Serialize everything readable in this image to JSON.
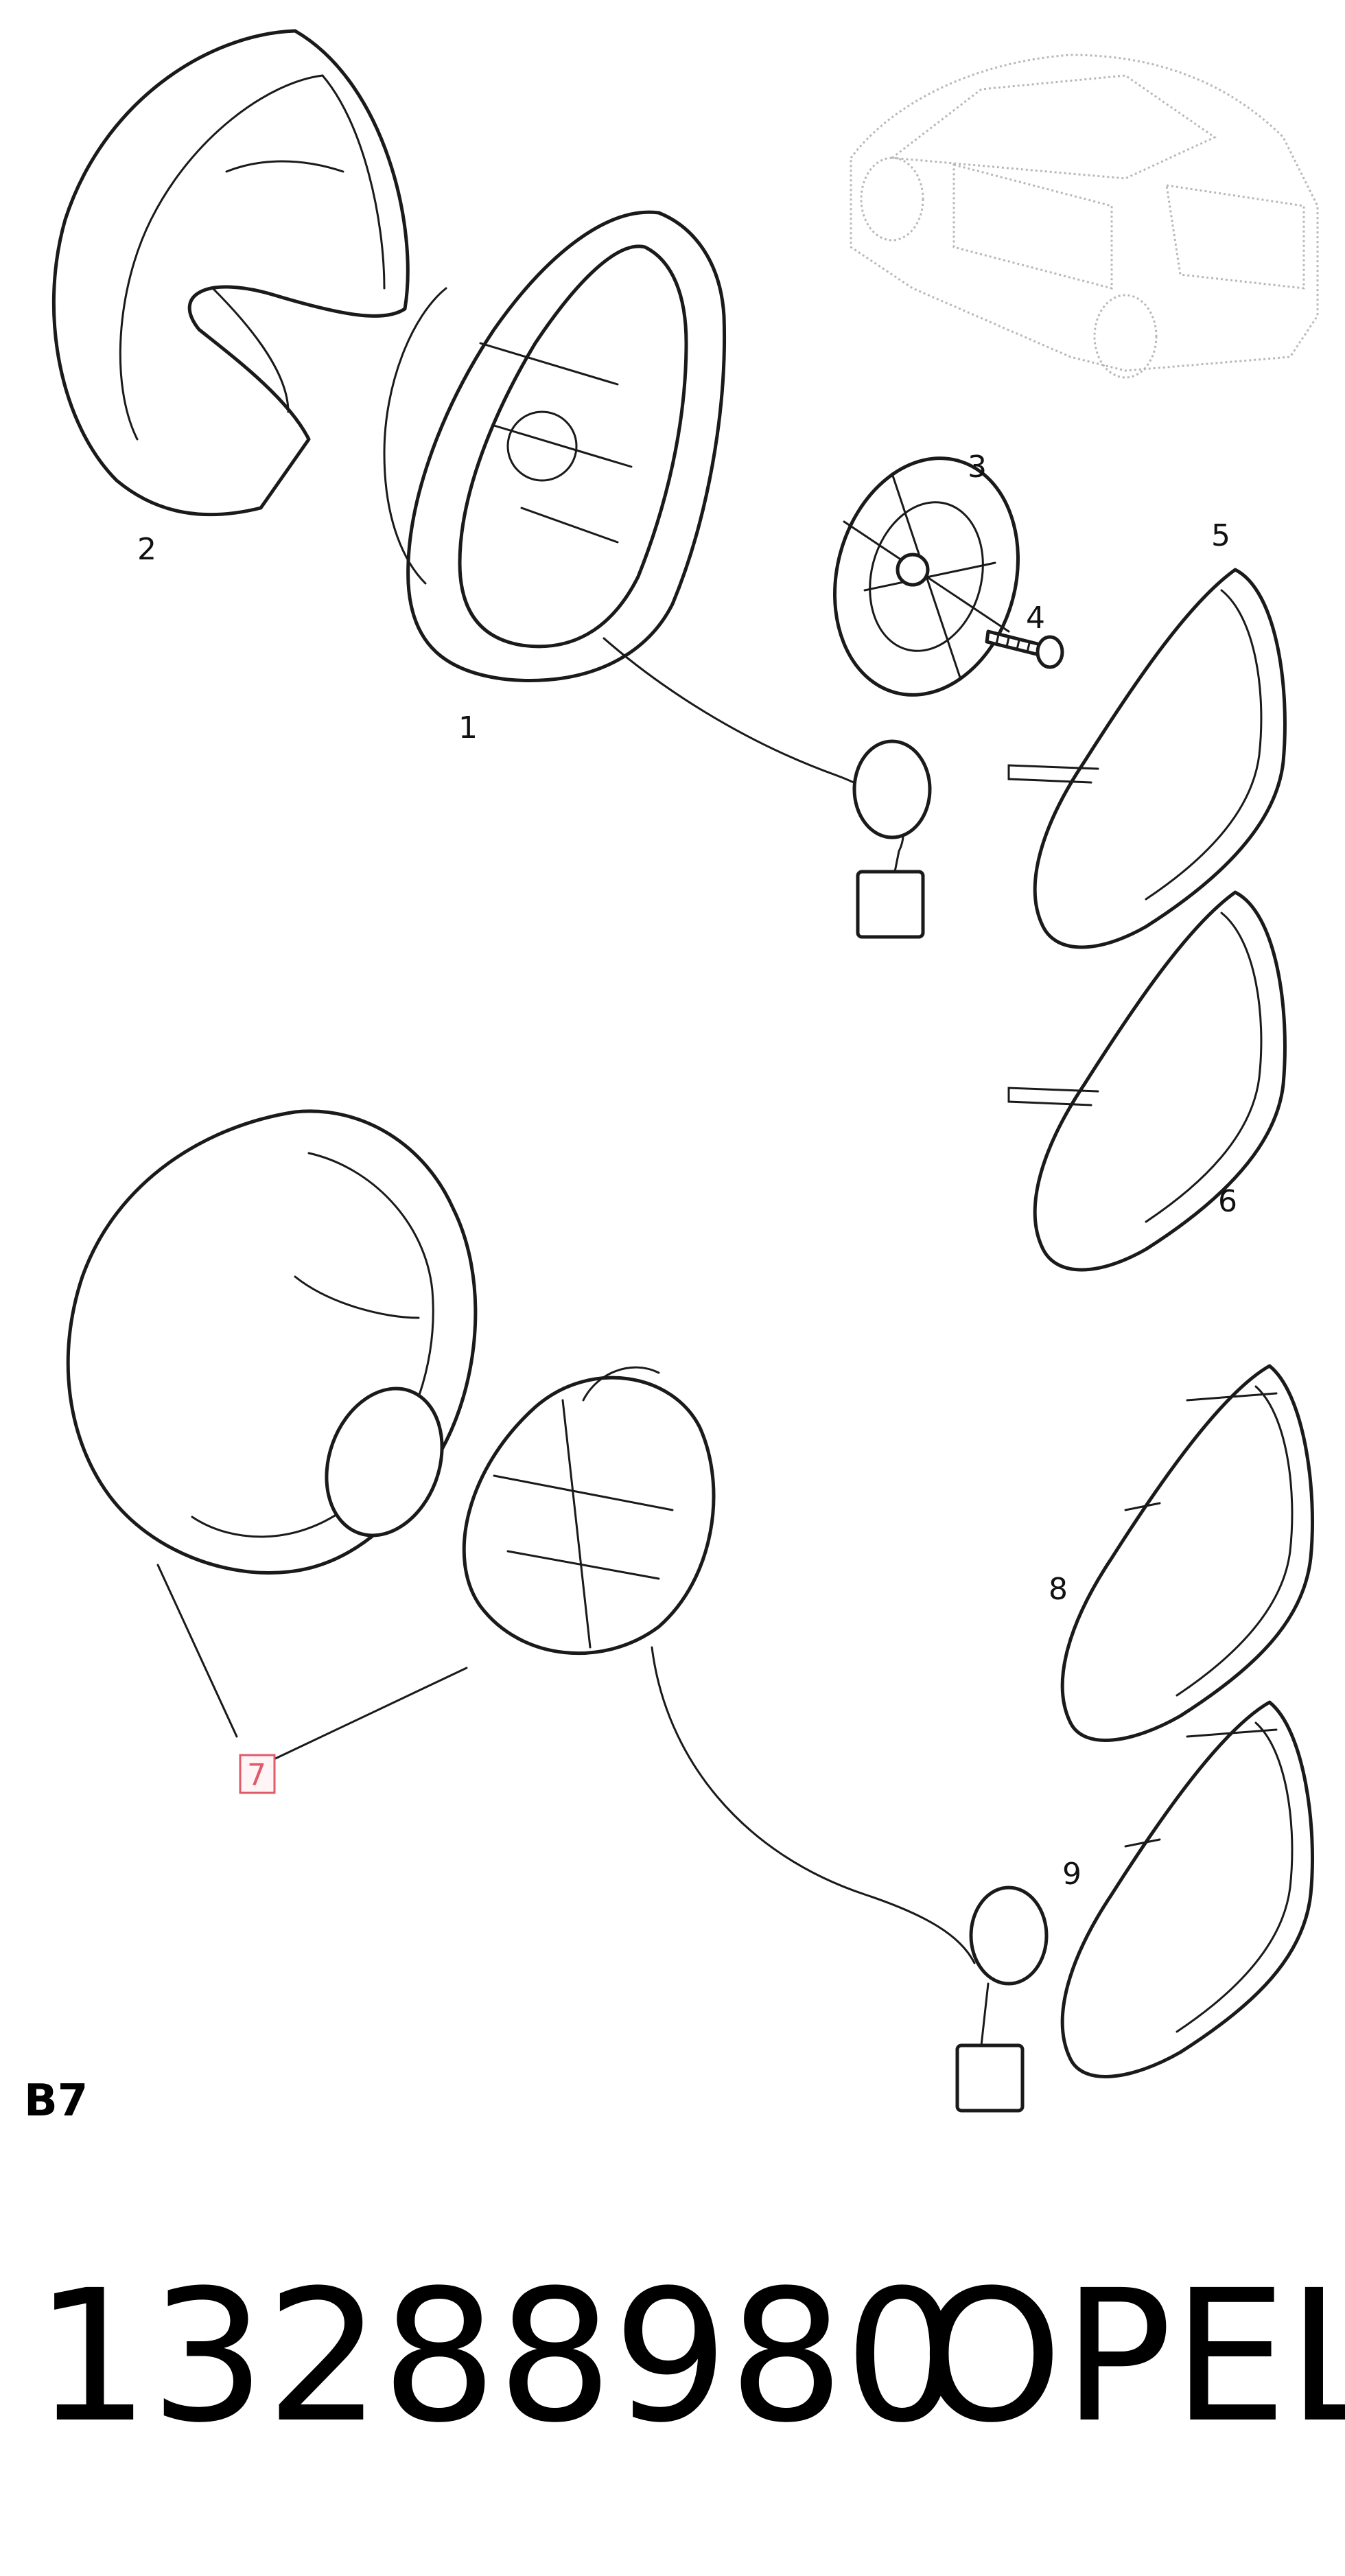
{
  "callouts": {
    "c1": "1",
    "c2": "2",
    "c3": "3",
    "c4": "4",
    "c5": "5",
    "c6": "6",
    "c7": "7",
    "c8": "8",
    "c9": "9"
  },
  "section_label": "B7",
  "part_number": "13288980",
  "brand": "OPEL",
  "colors": {
    "highlight": "#e05a6a",
    "line": "#1a1a1a",
    "car_sketch": "#b8b8b8"
  }
}
